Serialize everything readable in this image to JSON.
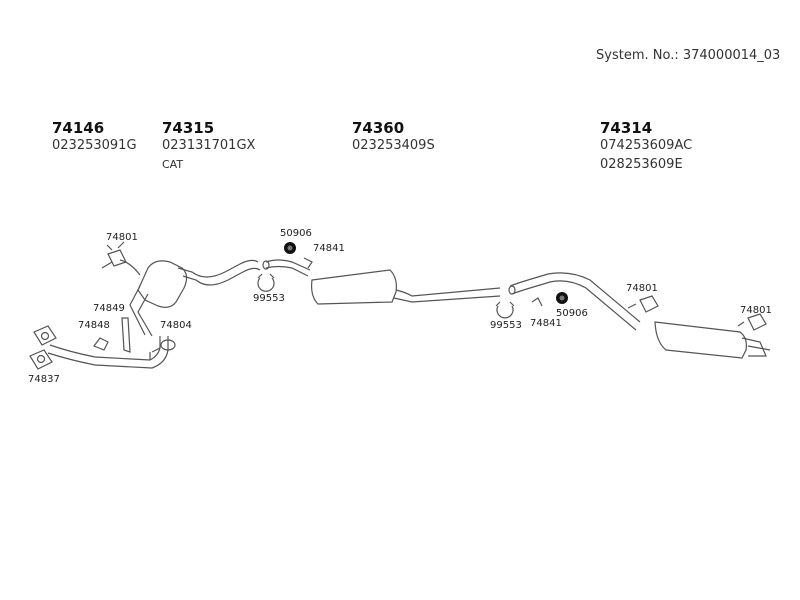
{
  "system_no": "System. No.: 374000014_03",
  "groups": [
    {
      "part": "74146",
      "refs": [
        "023253091G"
      ]
    },
    {
      "part": "74315",
      "refs": [
        "023131701GX",
        "CAT"
      ]
    },
    {
      "part": "74360",
      "refs": [
        "023253409S"
      ]
    },
    {
      "part": "74314",
      "refs": [
        "074253609AC",
        "028253609E"
      ]
    }
  ],
  "labels": {
    "l74801_a": "74801",
    "l50906_a": "50906",
    "l74841_a": "74841",
    "l99553_a": "99553",
    "l74849": "74849",
    "l74848": "74848",
    "l74804": "74804",
    "l74837": "74837",
    "l99553_b": "99553",
    "l74841_b": "74841",
    "l50906_b": "50906",
    "l74801_b": "74801",
    "l74801_c": "74801"
  }
}
